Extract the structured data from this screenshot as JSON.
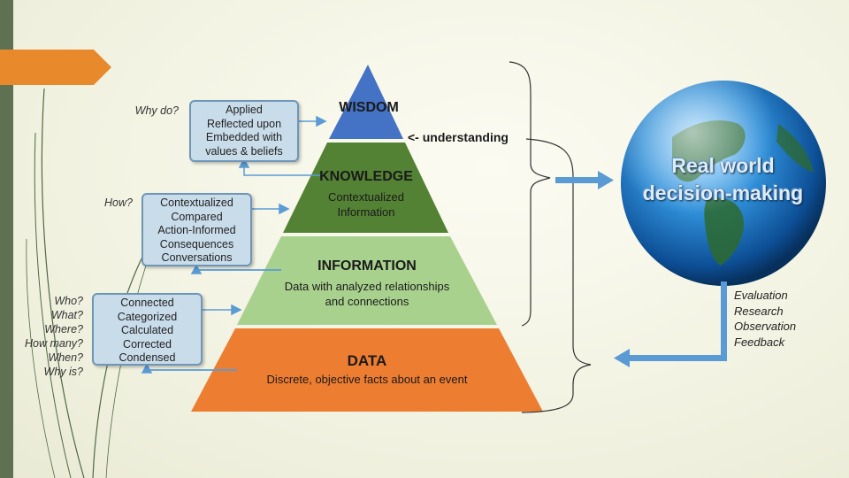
{
  "pyramid": {
    "wisdom": {
      "title": "WISDOM"
    },
    "knowledge": {
      "title": "KNOWLEDGE",
      "subtitle": [
        "Contextualized",
        "Information"
      ]
    },
    "information": {
      "title": "INFORMATION",
      "subtitle": [
        "Data with analyzed relationships",
        "and connections"
      ]
    },
    "data": {
      "title": "DATA",
      "subtitle": [
        "Discrete, objective facts about an event"
      ]
    },
    "understanding_label": "<- understanding"
  },
  "boxes": {
    "wisdom": {
      "question": "Why do?",
      "lines": [
        "Applied",
        "Reflected upon",
        "Embedded  with",
        "values & beliefs"
      ]
    },
    "knowledge": {
      "question": "How?",
      "lines": [
        "Contextualized",
        "Compared",
        "Action-Informed",
        "Consequences",
        "Conversations"
      ]
    },
    "information": {
      "questions": [
        "Who?",
        "What?",
        "Where?",
        "How many?",
        "When?",
        "Why is?"
      ],
      "lines": [
        "Connected",
        "Categorized",
        "Calculated",
        "Corrected",
        "Condensed"
      ]
    }
  },
  "globe": {
    "lines": [
      "Real world",
      "decision-making"
    ]
  },
  "feedback": {
    "lines": [
      "Evaluation",
      "Research",
      "Observation",
      "Feedback"
    ]
  },
  "colors": {
    "wisdom": "#4472c4",
    "knowledge": "#548235",
    "information": "#a9d18e",
    "data": "#ed7d31",
    "box_fill": "#c9dcea",
    "arrow": "#5b9bd5",
    "accent_tab": "#e8892b"
  }
}
